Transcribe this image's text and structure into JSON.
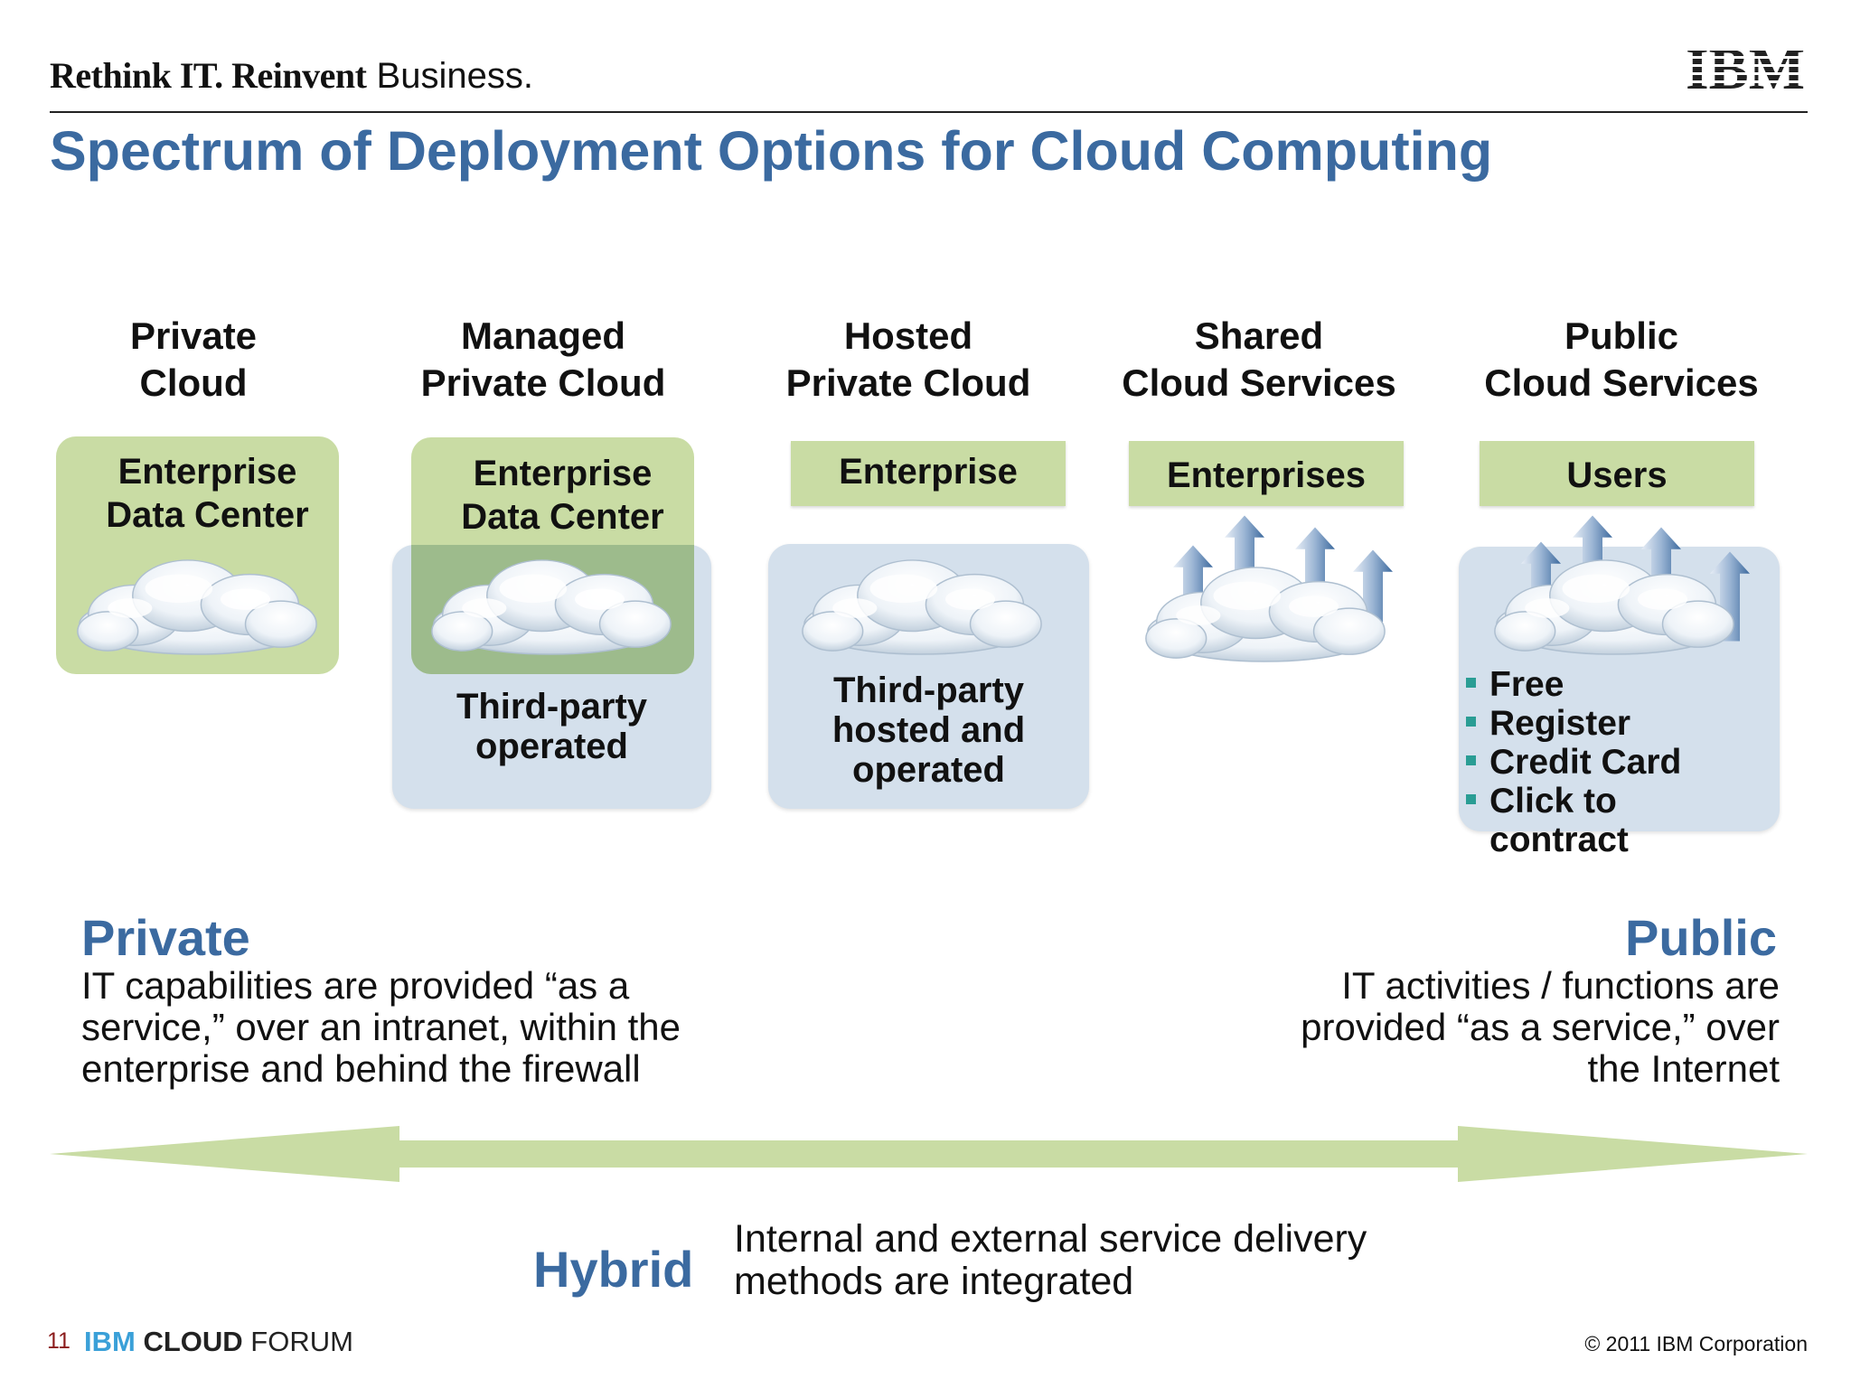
{
  "header": {
    "tagline_bold": "Rethink IT. Reinvent",
    "tagline_regular": "Business.",
    "logo_text": "IBM",
    "title": "Spectrum of Deployment Options for Cloud Computing"
  },
  "columns": [
    {
      "heading_line1": "Private",
      "heading_line2": "Cloud",
      "box_line1": "Enterprise",
      "box_line2": "Data Center"
    },
    {
      "heading_line1": "Managed",
      "heading_line2": "Private Cloud",
      "box_line1": "Enterprise",
      "box_line2": "Data Center",
      "sub_line1": "Third-party",
      "sub_line2": "operated"
    },
    {
      "heading_line1": "Hosted",
      "heading_line2": "Private Cloud",
      "box_label": "Enterprise",
      "sub_line1": "Third-party",
      "sub_line2": "hosted and",
      "sub_line3": "operated"
    },
    {
      "heading_line1": "Shared",
      "heading_line2": "Cloud Services",
      "box_label": "Enterprises"
    },
    {
      "heading_line1": "Public",
      "heading_line2": "Cloud Services",
      "box_label": "Users",
      "bullets": [
        "Free",
        "Register",
        "Credit Card",
        "Click to contract"
      ]
    }
  ],
  "private_section": {
    "heading": "Private",
    "line1": "IT capabilities are provided “as a",
    "line2": "service,” over an intranet, within the",
    "line3": "enterprise and behind the firewall"
  },
  "public_section": {
    "heading": "Public",
    "line1": "IT activities / functions are",
    "line2": "provided “as a service,” over",
    "line3": "the Internet"
  },
  "hybrid_section": {
    "heading": "Hybrid",
    "line1": "Internal and external service delivery",
    "line2": "methods are integrated"
  },
  "footer": {
    "page_number": "11",
    "forum_part1": "IBM",
    "forum_part2": "CLOUD",
    "forum_part3": "FORUM",
    "copyright": "© 2011 IBM Corporation"
  },
  "colors": {
    "title_blue": "#3b6aa0",
    "green_box": "#c9dca4",
    "blue_box": "#d4e0ec",
    "arrow_green": "#c9dca4",
    "bullet_teal": "#2a9d94",
    "forum_blue": "#3aa0d8"
  },
  "icons": [
    "cloud-icon",
    "up-arrow-icon",
    "double-headed-arrow"
  ]
}
